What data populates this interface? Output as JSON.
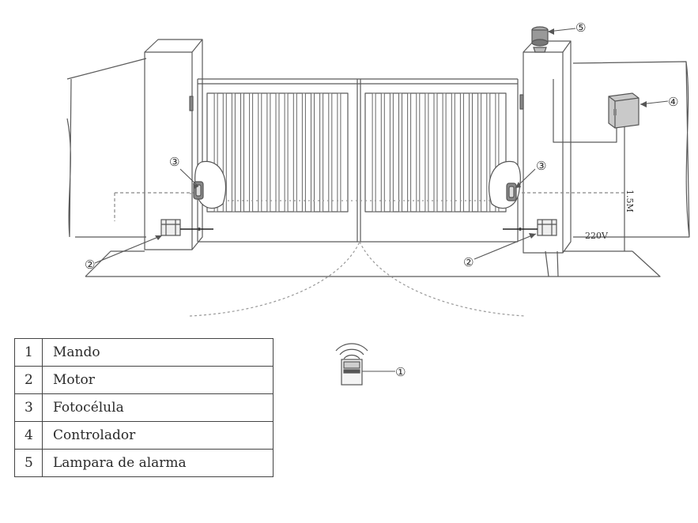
{
  "diagram": {
    "callouts": [
      {
        "id": "remote",
        "label": "①"
      },
      {
        "id": "motor-left",
        "label": "②"
      },
      {
        "id": "motor-right",
        "label": "②"
      },
      {
        "id": "photocell-left",
        "label": "③"
      },
      {
        "id": "photocell-right",
        "label": "③"
      },
      {
        "id": "controller",
        "label": "④"
      },
      {
        "id": "alarm-lamp",
        "label": "⑤"
      }
    ],
    "voltage_label": "220V",
    "height_label": "1.5M"
  },
  "legend": {
    "rows": [
      {
        "num": "1",
        "name": "Mando"
      },
      {
        "num": "2",
        "name": "Motor"
      },
      {
        "num": "3",
        "name": "Fotocélula"
      },
      {
        "num": "4",
        "name": "Controlador"
      },
      {
        "num": "5",
        "name": "Lampara de alarma"
      }
    ]
  }
}
